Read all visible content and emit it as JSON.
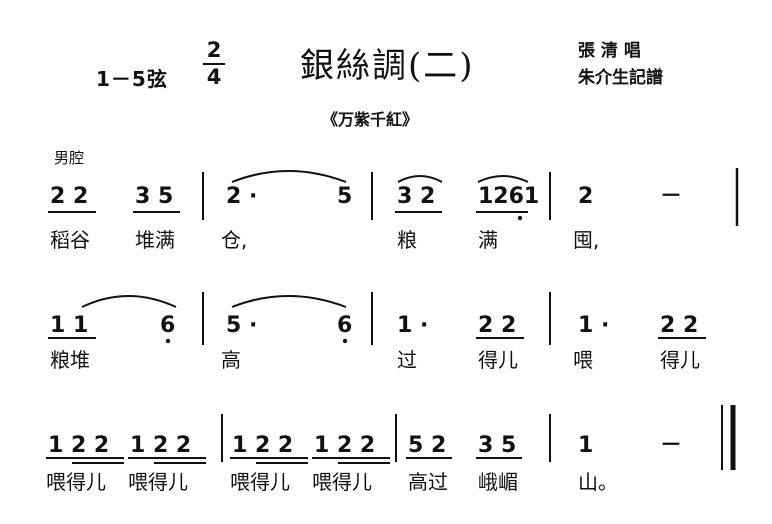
{
  "header": {
    "tuning": "1－5弦",
    "time_signature": {
      "numerator": "2",
      "denominator": "4"
    },
    "title": "銀絲調(二)",
    "singer": "張 清 唱",
    "transcriber": "朱介生記譜",
    "subtitle": "《万紫千紅》",
    "voice_label": "男腔"
  },
  "score": {
    "line1": {
      "notes": [
        "2 2",
        "3 5",
        "2 ·",
        "5",
        "3 2",
        "1261",
        "2",
        "－"
      ],
      "lyrics": [
        "稻谷",
        "堆满",
        "仓,",
        "粮",
        "满",
        "囤,"
      ]
    },
    "line2": {
      "notes": [
        "1 1",
        "6",
        "5 ·",
        "6",
        "1 ·",
        "2 2",
        "1 ·",
        "2 2"
      ],
      "lyrics": [
        "粮堆",
        "高",
        "过",
        "得儿",
        "喂",
        "得儿"
      ]
    },
    "line3": {
      "notes": [
        "1 2 2",
        "1 2 2",
        "1 2 2",
        "1 2 2",
        "5 2",
        "3 5",
        "1",
        "－"
      ],
      "lyrics": [
        "喂得儿",
        "喂得儿",
        "喂得儿",
        "喂得儿",
        "高过",
        "峨嵋",
        "山。"
      ]
    }
  }
}
